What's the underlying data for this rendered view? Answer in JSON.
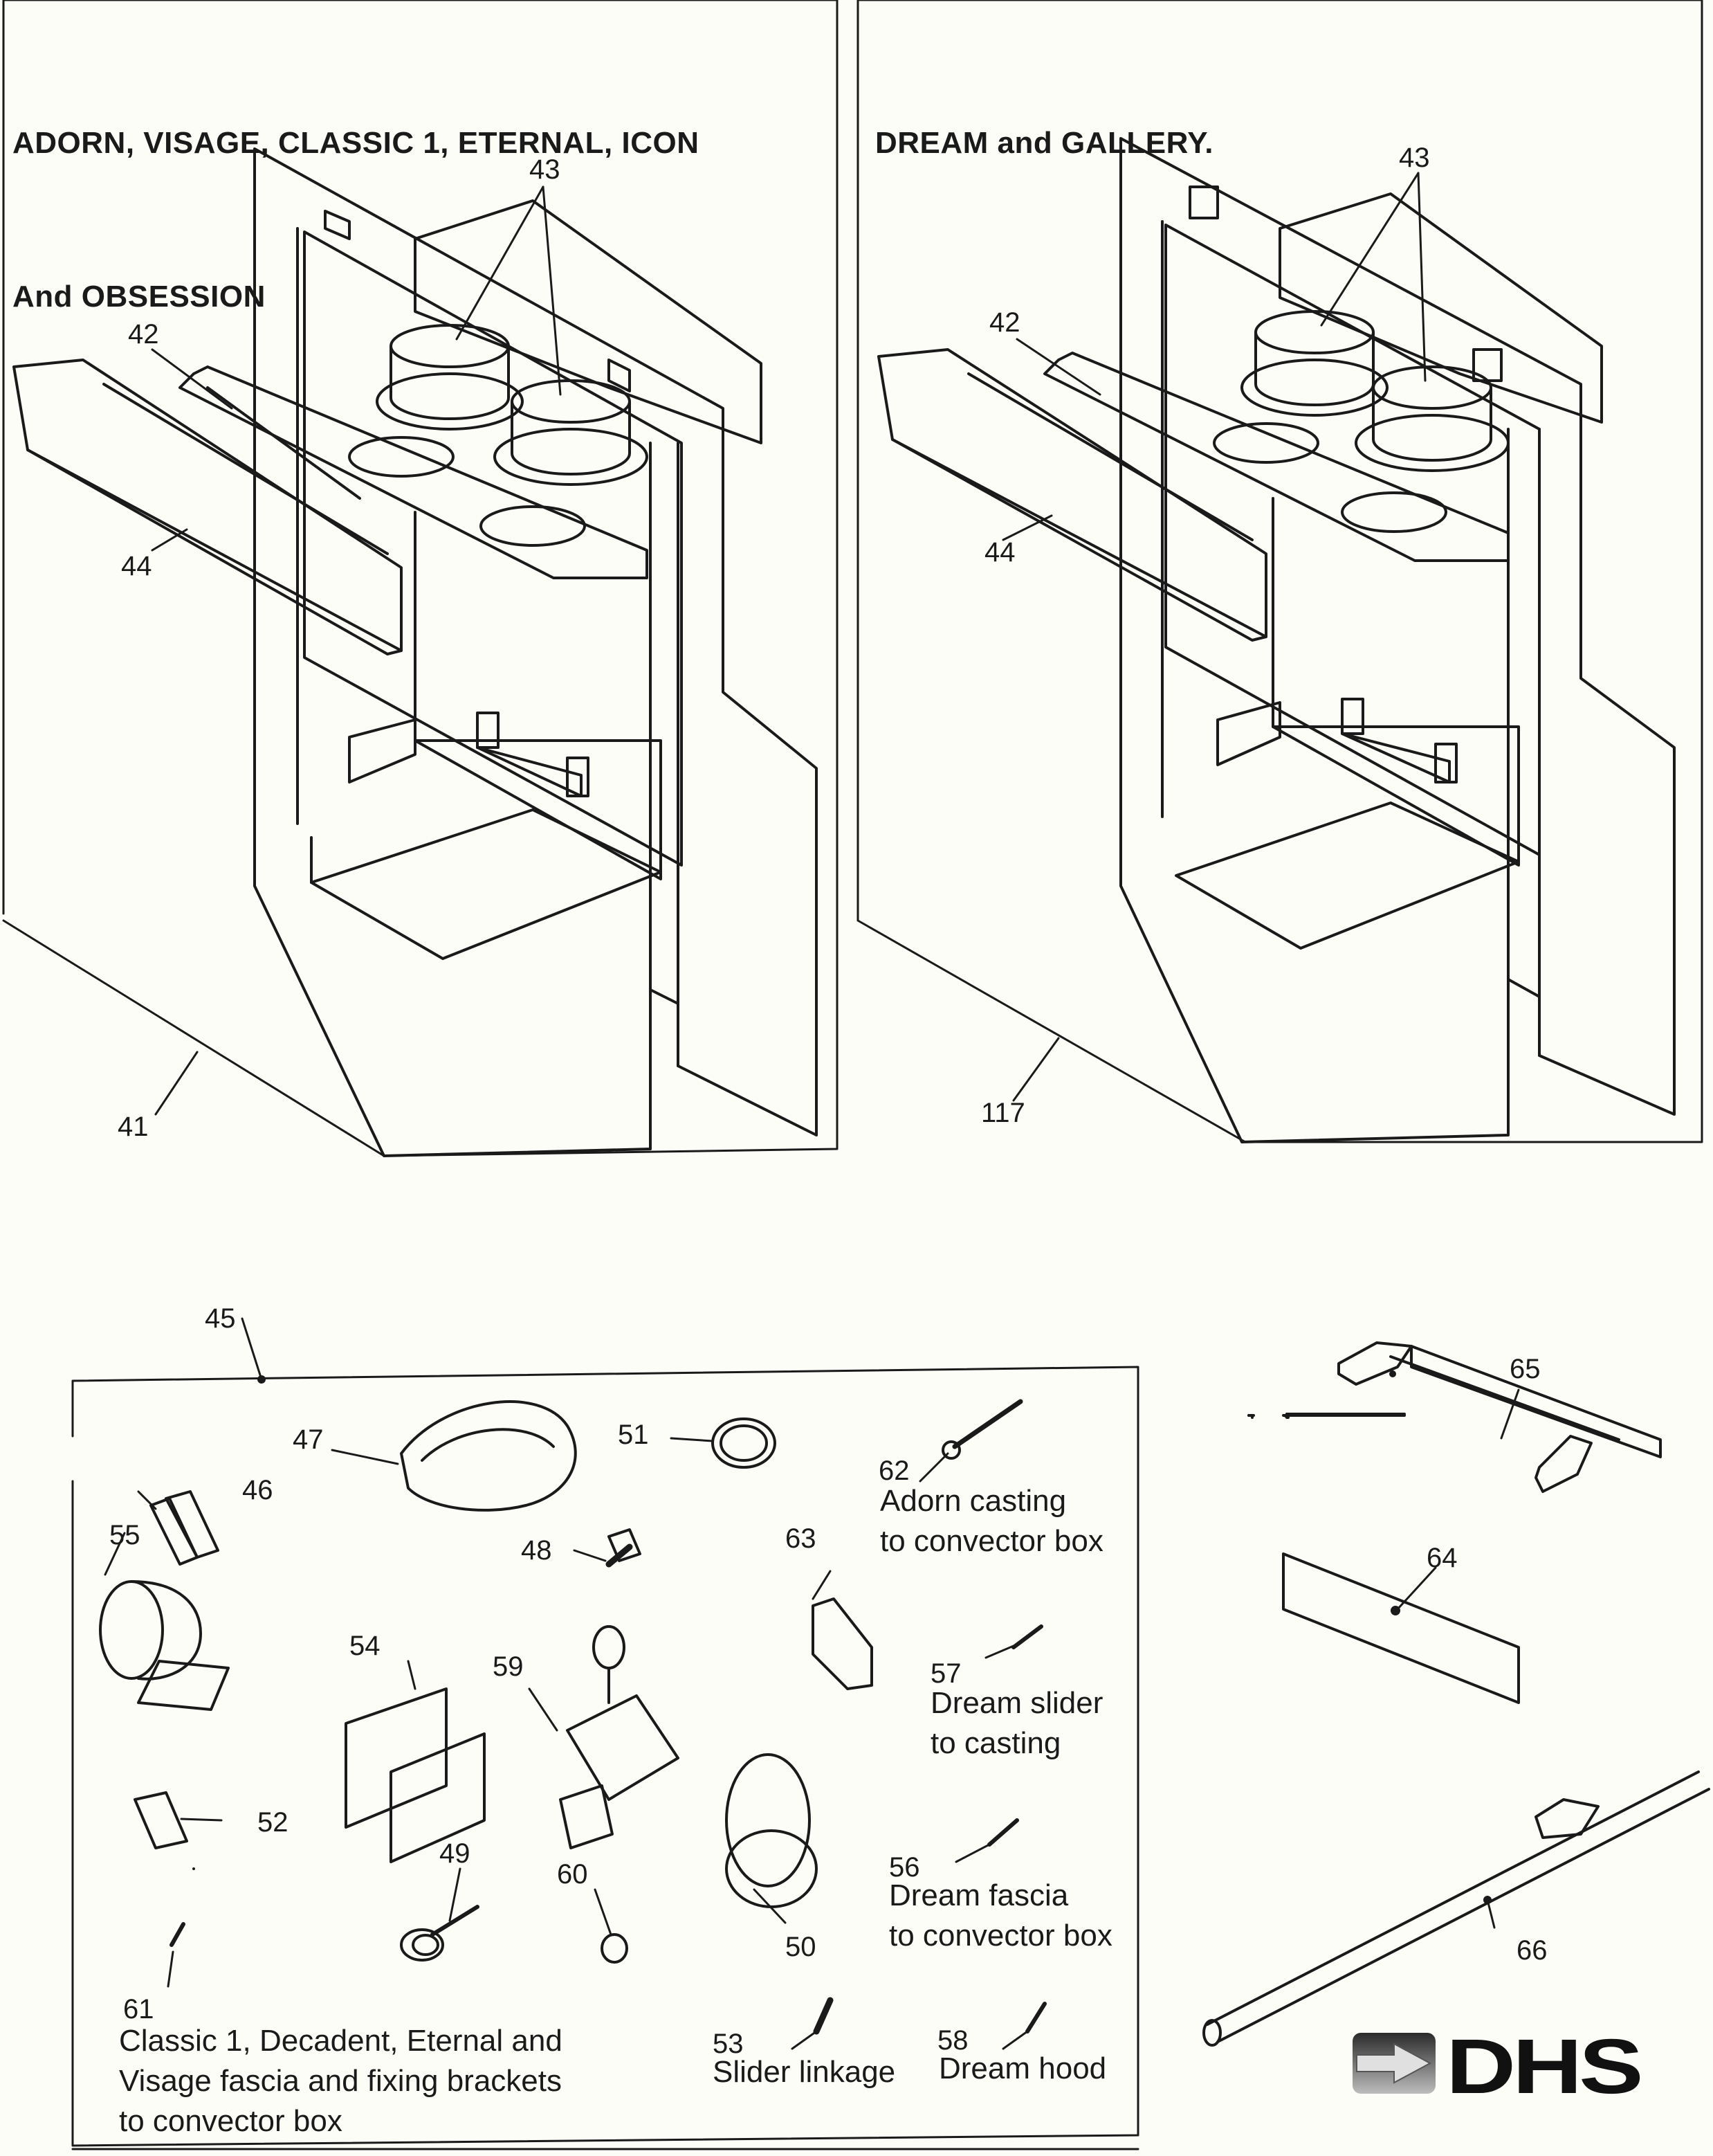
{
  "document": {
    "type": "parts exploded diagram",
    "brand": "DHS",
    "panels": [
      {
        "id": "left",
        "title_lines": [
          "ADORN, VISAGE, CLASSIC 1, ETERNAL, ICON",
          "And OBSESSION"
        ],
        "callouts": [
          "43",
          "42",
          "44",
          "41"
        ]
      },
      {
        "id": "right",
        "title_lines": [
          "DREAM and GALLERY."
        ],
        "callouts": [
          "43",
          "42",
          "44",
          "117"
        ]
      }
    ],
    "kit": {
      "callout": "45",
      "parts": [
        {
          "no": "47"
        },
        {
          "no": "51"
        },
        {
          "no": "62",
          "caption": "Adorn casting\nto convector box"
        },
        {
          "no": "46"
        },
        {
          "no": "55"
        },
        {
          "no": "48"
        },
        {
          "no": "63"
        },
        {
          "no": "54"
        },
        {
          "no": "59"
        },
        {
          "no": "57",
          "caption": "Dream slider\nto casting"
        },
        {
          "no": "52"
        },
        {
          "no": "49"
        },
        {
          "no": "60"
        },
        {
          "no": "50"
        },
        {
          "no": "56",
          "caption": "Dream fascia\nto convector box"
        },
        {
          "no": "61",
          "caption": "Classic 1, Decadent, Eternal and\nVisage fascia and fixing brackets\nto convector box"
        },
        {
          "no": "53",
          "caption": "Slider linkage"
        },
        {
          "no": "58",
          "caption": "Dream hood"
        }
      ]
    },
    "loose_parts": [
      {
        "no": "65"
      },
      {
        "no": "64"
      },
      {
        "no": "66"
      }
    ],
    "logo": {
      "text": "DHS",
      "icon": "arrow-right-icon"
    }
  }
}
